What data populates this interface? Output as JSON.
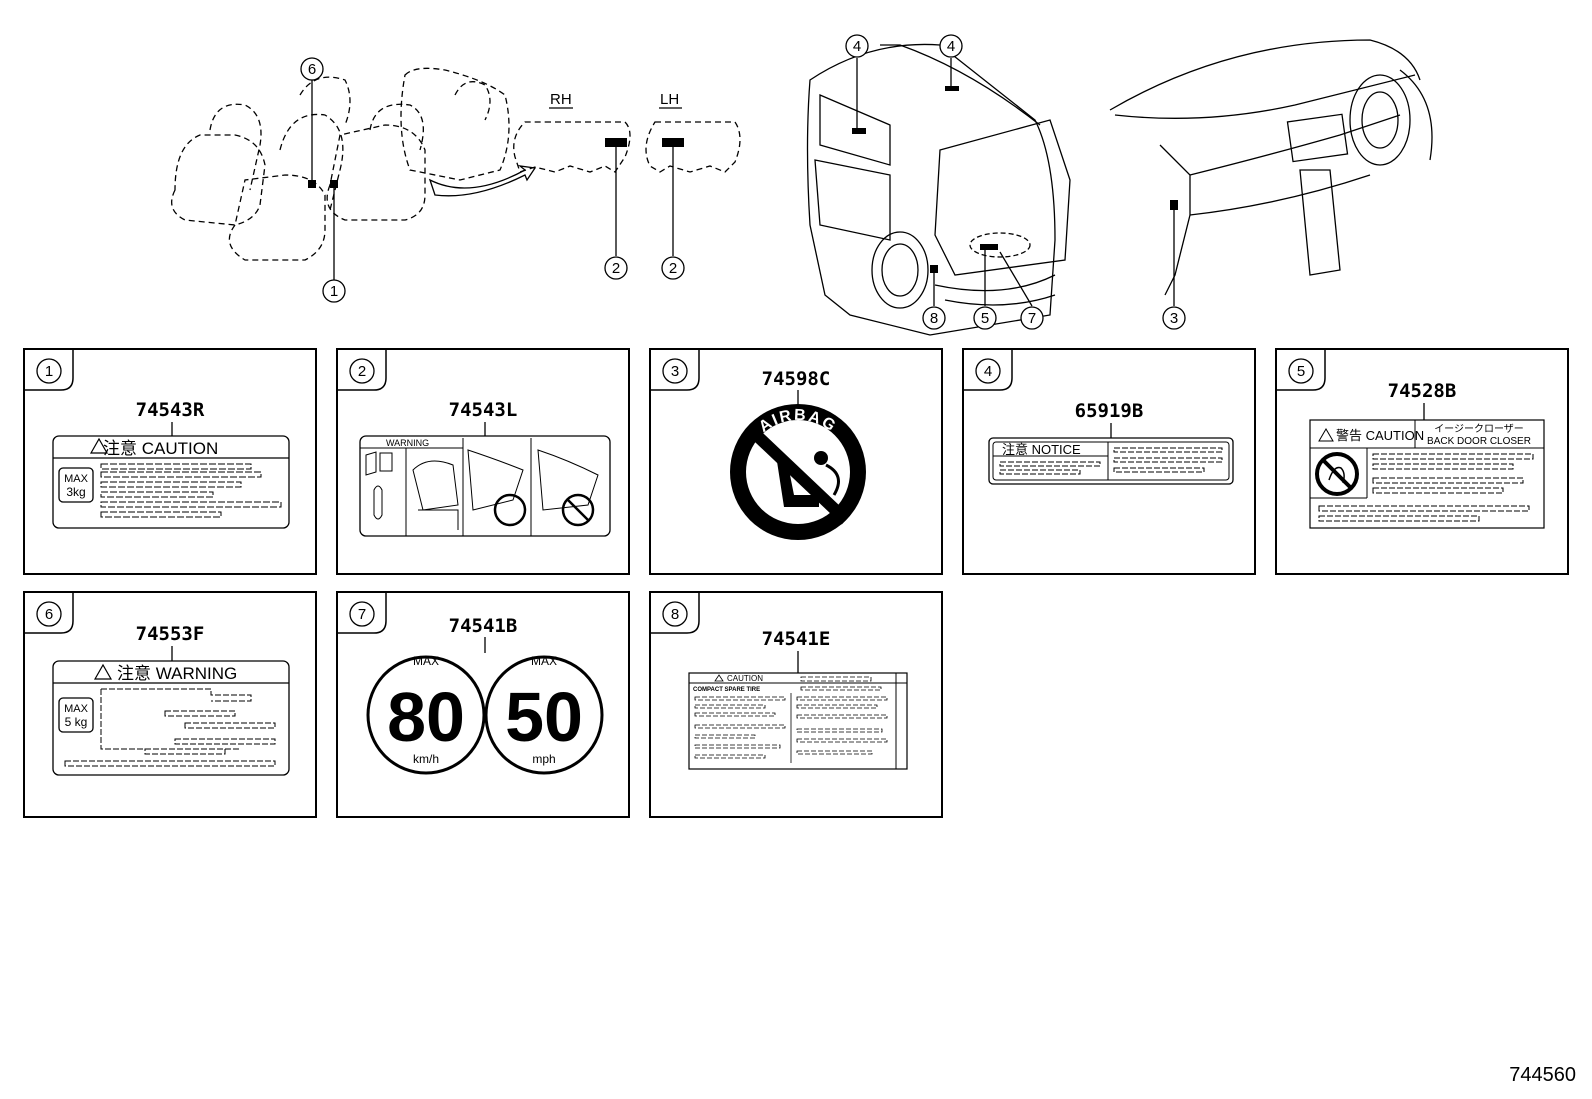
{
  "figure_id": "744560",
  "overview": {
    "rh_label": "RH",
    "lh_label": "LH",
    "callouts": [
      "6",
      "1",
      "2",
      "2",
      "4",
      "4",
      "8",
      "5",
      "7",
      "3"
    ]
  },
  "panels": [
    {
      "num": "1",
      "part": "74543R",
      "caution": "注意  CAUTION",
      "max_line1": "MAX",
      "max_line2": "3kg"
    },
    {
      "num": "2",
      "part": "74543L",
      "warning": "WARNING"
    },
    {
      "num": "3",
      "part": "74598C",
      "ring_text": "AIRBAG"
    },
    {
      "num": "4",
      "part": "65919B",
      "notice": "注意  NOTICE"
    },
    {
      "num": "5",
      "part": "74528B",
      "caution": "警告 CAUTION",
      "jp_title": "イージークローザー",
      "en_title": "BACK DOOR CLOSER"
    },
    {
      "num": "6",
      "part": "74553F",
      "warning": "注意  WARNING",
      "max_line1": "MAX",
      "max_line2": "5 kg"
    },
    {
      "num": "7",
      "part": "74541B",
      "left_max": "MAX",
      "left_value": "80",
      "left_unit": "km/h",
      "right_max": "MAX",
      "right_value": "50",
      "right_unit": "mph"
    },
    {
      "num": "8",
      "part": "74541E",
      "caution": "CAUTION",
      "subtitle": "COMPACT SPARE TIRE"
    }
  ]
}
